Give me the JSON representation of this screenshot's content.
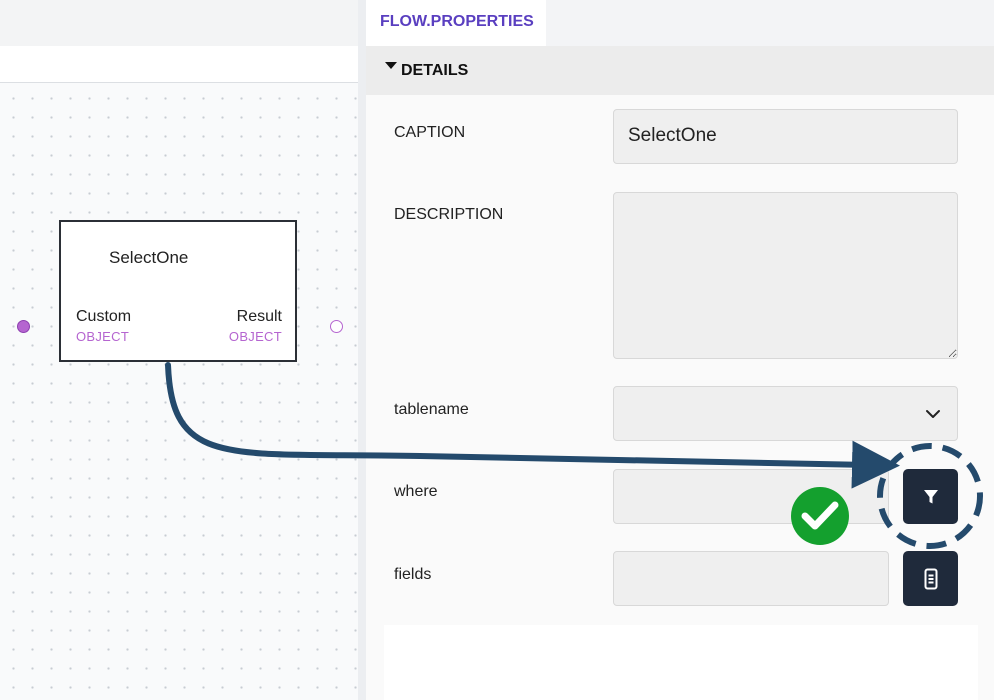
{
  "canvas": {
    "node": {
      "title": "SelectOne",
      "input_port": {
        "name": "Custom",
        "type": "OBJECT"
      },
      "output_port": {
        "name": "Result",
        "type": "OBJECT"
      }
    }
  },
  "properties": {
    "tab_title": "FLOW.PROPERTIES",
    "section_title": "DETAILS",
    "fields": {
      "caption": {
        "label": "CAPTION",
        "value": "SelectOne"
      },
      "description": {
        "label": "DESCRIPTION",
        "value": ""
      },
      "tablename": {
        "label": "tablename",
        "value": ""
      },
      "where": {
        "label": "where",
        "value": ""
      },
      "fields": {
        "label": "fields",
        "value": ""
      }
    }
  },
  "icons": {
    "dropdown": "chevron-down-icon",
    "where_button": "filter-icon",
    "fields_button": "list-icon",
    "badge": "check-icon"
  },
  "colors": {
    "accent": "#5a3fc0",
    "port": "#b565d0",
    "button": "#1f2a3b",
    "annotation_arrow": "#244a6c",
    "check_badge": "#14a02e"
  }
}
